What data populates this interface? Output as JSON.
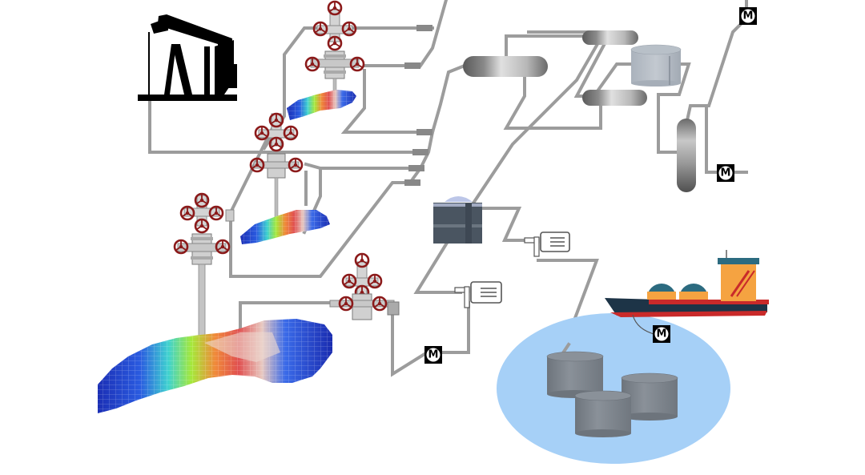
{
  "diagram": {
    "title": "",
    "type": "oil-and-gas production flow schematic",
    "components": {
      "pump_jack": {
        "label": "",
        "icon": "pump-jack-silhouette"
      },
      "wellheads": [
        {
          "id": "wellhead-1",
          "icon": "christmas-tree-wellhead"
        },
        {
          "id": "wellhead-2",
          "icon": "christmas-tree-wellhead"
        },
        {
          "id": "wellhead-3",
          "icon": "christmas-tree-wellhead"
        },
        {
          "id": "wellhead-4",
          "icon": "christmas-tree-wellhead"
        }
      ],
      "reservoirs": [
        {
          "id": "reservoir-main",
          "icon": "reservoir-grid-model"
        },
        {
          "id": "reservoir-small-1",
          "icon": "reservoir-grid-model"
        },
        {
          "id": "reservoir-small-2",
          "icon": "reservoir-grid-model"
        }
      ],
      "separators": [
        {
          "id": "separator-large",
          "icon": "horizontal-separator"
        },
        {
          "id": "separator-upper",
          "icon": "horizontal-separator"
        },
        {
          "id": "separator-lower",
          "icon": "horizontal-separator"
        },
        {
          "id": "separator-vertical",
          "icon": "vertical-separator"
        }
      ],
      "storage_tank_top": {
        "icon": "storage-tank"
      },
      "water_tank": {
        "icon": "water-tank"
      },
      "pumps": [
        {
          "id": "pump-1",
          "icon": "electric-pump"
        },
        {
          "id": "pump-2",
          "icon": "electric-pump"
        }
      ],
      "tank_farm": {
        "count": 3,
        "icon": "storage-tank"
      },
      "ship": {
        "icon": "lpg-tanker-ship"
      },
      "meters": [
        {
          "id": "meter-top-right",
          "label": "M"
        },
        {
          "id": "meter-right",
          "label": "M"
        },
        {
          "id": "meter-pump",
          "label": "M"
        },
        {
          "id": "meter-ship",
          "label": "M"
        }
      ]
    },
    "colors": {
      "pipe": "#9c9c9c",
      "valve": "#8b1a1a",
      "tank_farm_pool": "#a6d0f7",
      "tank": "#7c838b",
      "water_tank": "#4a5561",
      "ship_hull": "#1d3447",
      "ship_cabin": "#f5a341",
      "ship_red": "#c92a2a",
      "meter_bg": "#000000"
    }
  }
}
